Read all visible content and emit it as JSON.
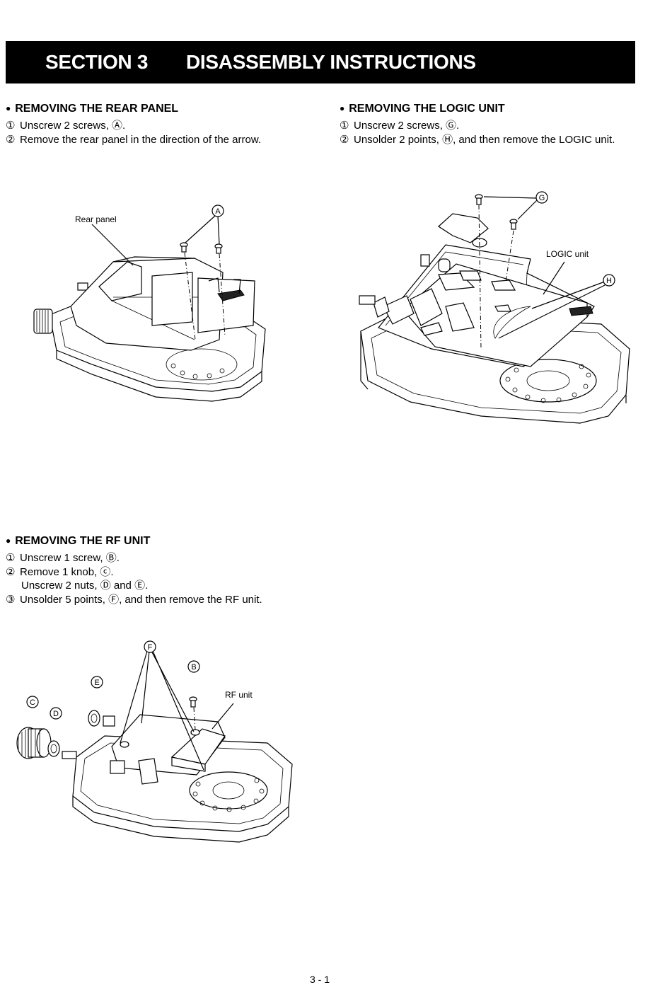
{
  "header": {
    "section_number": "SECTION 3",
    "title": "DISASSEMBLY INSTRUCTIONS"
  },
  "sections": {
    "rear_panel": {
      "bullet": "●",
      "heading": "REMOVING THE REAR PANEL",
      "steps": [
        {
          "num": "①",
          "text": "Unscrew 2 screws, Ⓐ."
        },
        {
          "num": "②",
          "text": "Remove the rear panel in the direction of the arrow."
        }
      ],
      "figure": {
        "label_part": "Rear panel",
        "callouts": [
          "A"
        ]
      }
    },
    "logic_unit": {
      "bullet": "●",
      "heading": "REMOVING THE LOGIC UNIT",
      "steps": [
        {
          "num": "①",
          "text": "Unscrew 2 screws, Ⓖ."
        },
        {
          "num": "②",
          "text": "Unsolder 2 points, Ⓗ, and then remove the LOGIC unit."
        }
      ],
      "figure": {
        "label_part": "LOGIC unit",
        "callouts": [
          "G",
          "H"
        ]
      }
    },
    "rf_unit": {
      "bullet": "●",
      "heading": "REMOVING THE RF UNIT",
      "steps": [
        {
          "num": "①",
          "text": "Unscrew 1 screw, Ⓑ."
        },
        {
          "num": "②",
          "text": "Remove 1 knob, ⓒ."
        },
        {
          "num": "",
          "text": "Unscrew 2 nuts, Ⓓ and Ⓔ."
        },
        {
          "num": "③",
          "text": "Unsolder 5 points, Ⓕ, and then remove the RF unit."
        }
      ],
      "figure": {
        "label_part": "RF unit",
        "callouts": [
          "F",
          "B",
          "E",
          "C",
          "D"
        ]
      }
    }
  },
  "footer": {
    "page_number": "3 - 1"
  }
}
